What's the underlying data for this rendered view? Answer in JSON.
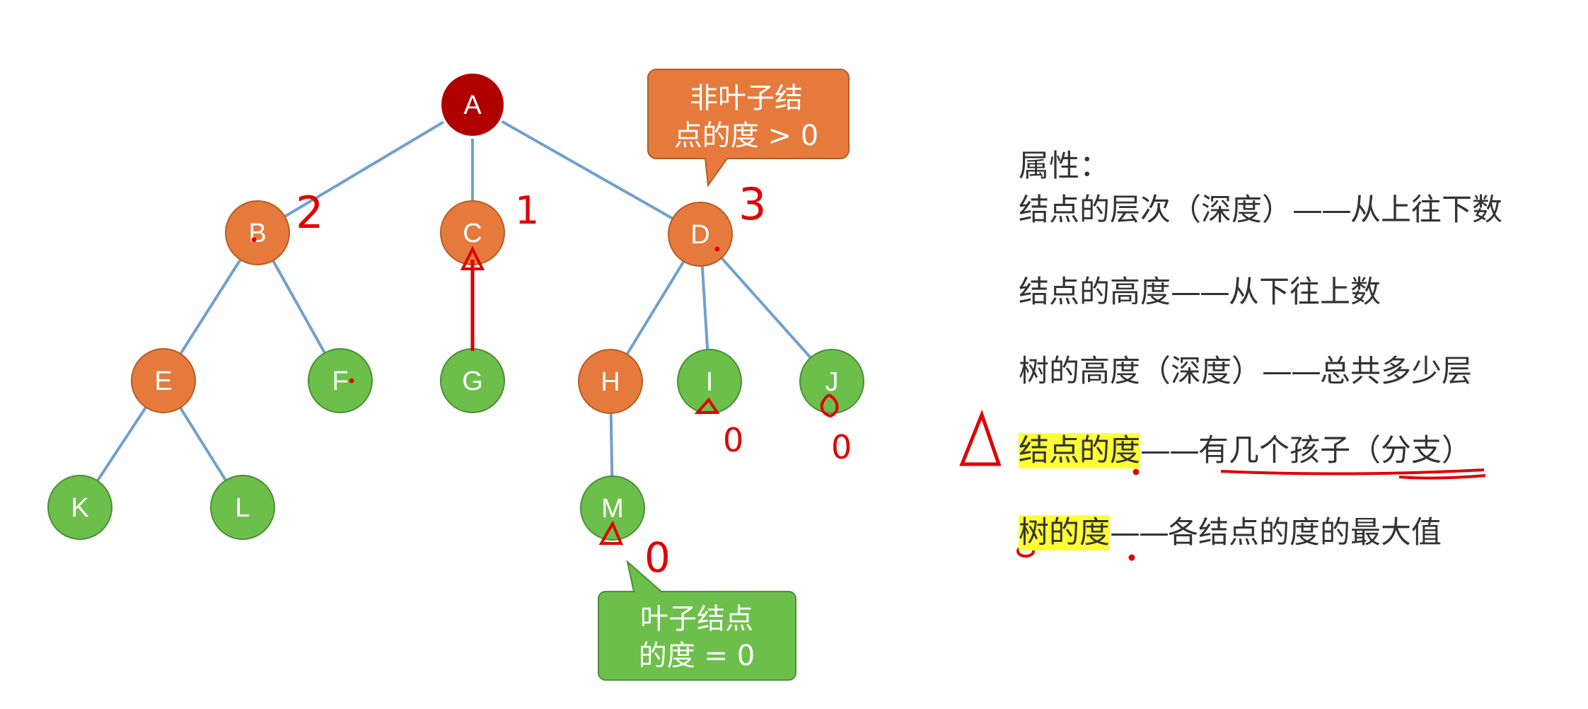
{
  "tree": {
    "nodes": [
      {
        "id": "A",
        "label": "A",
        "kind": "root",
        "color": "#b00000"
      },
      {
        "id": "B",
        "label": "B",
        "kind": "internal",
        "color": "#e57a3c"
      },
      {
        "id": "C",
        "label": "C",
        "kind": "internal",
        "color": "#e57a3c"
      },
      {
        "id": "D",
        "label": "D",
        "kind": "internal",
        "color": "#e57a3c"
      },
      {
        "id": "E",
        "label": "E",
        "kind": "internal",
        "color": "#e57a3c"
      },
      {
        "id": "F",
        "label": "F",
        "kind": "leaf",
        "color": "#6cbf4b"
      },
      {
        "id": "G",
        "label": "G",
        "kind": "leaf",
        "color": "#6cbf4b"
      },
      {
        "id": "H",
        "label": "H",
        "kind": "internal",
        "color": "#e57a3c"
      },
      {
        "id": "I",
        "label": "I",
        "kind": "leaf",
        "color": "#6cbf4b"
      },
      {
        "id": "J",
        "label": "J",
        "kind": "leaf",
        "color": "#6cbf4b"
      },
      {
        "id": "K",
        "label": "K",
        "kind": "leaf",
        "color": "#6cbf4b"
      },
      {
        "id": "L",
        "label": "L",
        "kind": "leaf",
        "color": "#6cbf4b"
      },
      {
        "id": "M",
        "label": "M",
        "kind": "leaf",
        "color": "#6cbf4b"
      }
    ],
    "edges": [
      [
        "A",
        "B"
      ],
      [
        "A",
        "C"
      ],
      [
        "A",
        "D"
      ],
      [
        "B",
        "E"
      ],
      [
        "B",
        "F"
      ],
      [
        "C",
        "G"
      ],
      [
        "D",
        "H"
      ],
      [
        "D",
        "I"
      ],
      [
        "D",
        "J"
      ],
      [
        "E",
        "K"
      ],
      [
        "E",
        "L"
      ],
      [
        "H",
        "M"
      ]
    ],
    "edge_color": "#6fa0cf"
  },
  "callouts": {
    "nonleaf": {
      "line1": "非叶子结",
      "line2": "点的度 > 0",
      "color": "#e57a3c"
    },
    "leaf": {
      "line1": "叶子结点",
      "line2": "的度 = 0",
      "color": "#6cbf4b"
    }
  },
  "annotations": {
    "ink_color": "#e00000",
    "degree_B": "2",
    "degree_C": "1",
    "degree_D": "3",
    "degree_I": "0",
    "degree_J": "0",
    "degree_M": "0"
  },
  "properties": {
    "heading": "属性：",
    "items": [
      {
        "term": "结点的层次（深度）",
        "dash": "——",
        "desc": "从上往下数",
        "highlight": false
      },
      {
        "term": "结点的高度",
        "dash": "——",
        "desc": "从下往上数",
        "highlight": false
      },
      {
        "term": "树的高度（深度）",
        "dash": "——",
        "desc": "总共多少层",
        "highlight": false
      },
      {
        "term": "结点的度",
        "dash": "——",
        "desc": "有几个孩子（分支）",
        "highlight": true
      },
      {
        "term": "树的度",
        "dash": "——",
        "desc": "各结点的度的最大值",
        "highlight": true
      }
    ]
  }
}
